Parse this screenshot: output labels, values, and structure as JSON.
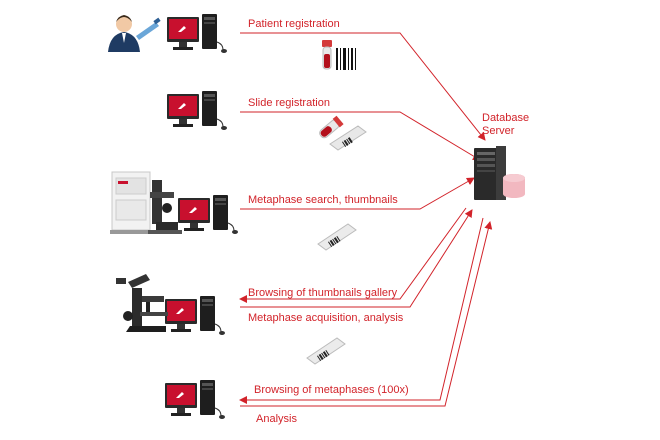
{
  "server": {
    "line1": "Database",
    "line2": "Server"
  },
  "steps": [
    {
      "label": "Patient registration"
    },
    {
      "label": "Slide registration"
    },
    {
      "label": "Metaphase search, thumbnails"
    },
    {
      "label": "Browsing of thumbnails gallery"
    },
    {
      "label": "Metaphase acquisition, analysis"
    },
    {
      "label": "Browsing of metaphases (100x)"
    },
    {
      "label": "Analysis"
    }
  ],
  "colors": {
    "arrow": "#d2232a",
    "screen": "#c8102e",
    "cylinder": "#f2b8c0"
  },
  "icons": [
    "user-icon",
    "computer-icon",
    "blood-tube-barcode-icon",
    "slide-barcode-icon",
    "metafer-scanner-icon",
    "microscope-icon",
    "database-server-icon"
  ]
}
